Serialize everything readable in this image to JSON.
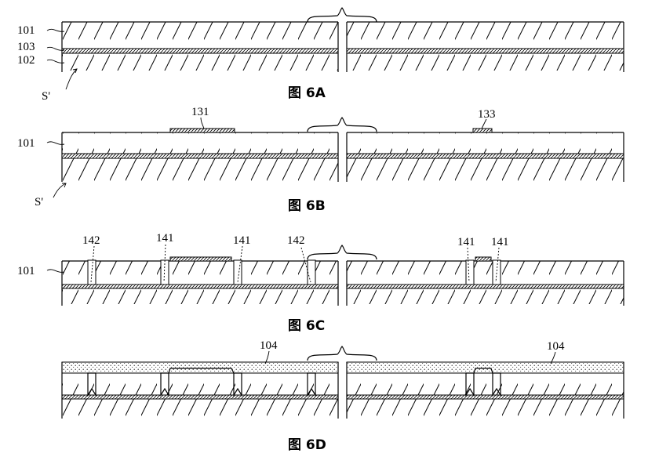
{
  "figures": [
    {
      "caption": "图 6A",
      "labels": {
        "l101": "101",
        "l103": "103",
        "l102": "102",
        "lS": "S'"
      }
    },
    {
      "caption": "图 6B",
      "labels": {
        "l101": "101",
        "l131": "131",
        "l133": "133",
        "lS": "S'"
      }
    },
    {
      "caption": "图 6C",
      "labels": {
        "l101": "101",
        "l142a": "142",
        "l141a": "141",
        "l141b": "141",
        "l142b": "142",
        "l141c": "141",
        "l141d": "141"
      }
    },
    {
      "caption": "图 6D",
      "labels": {
        "l104a": "104",
        "l104b": "104"
      }
    }
  ]
}
